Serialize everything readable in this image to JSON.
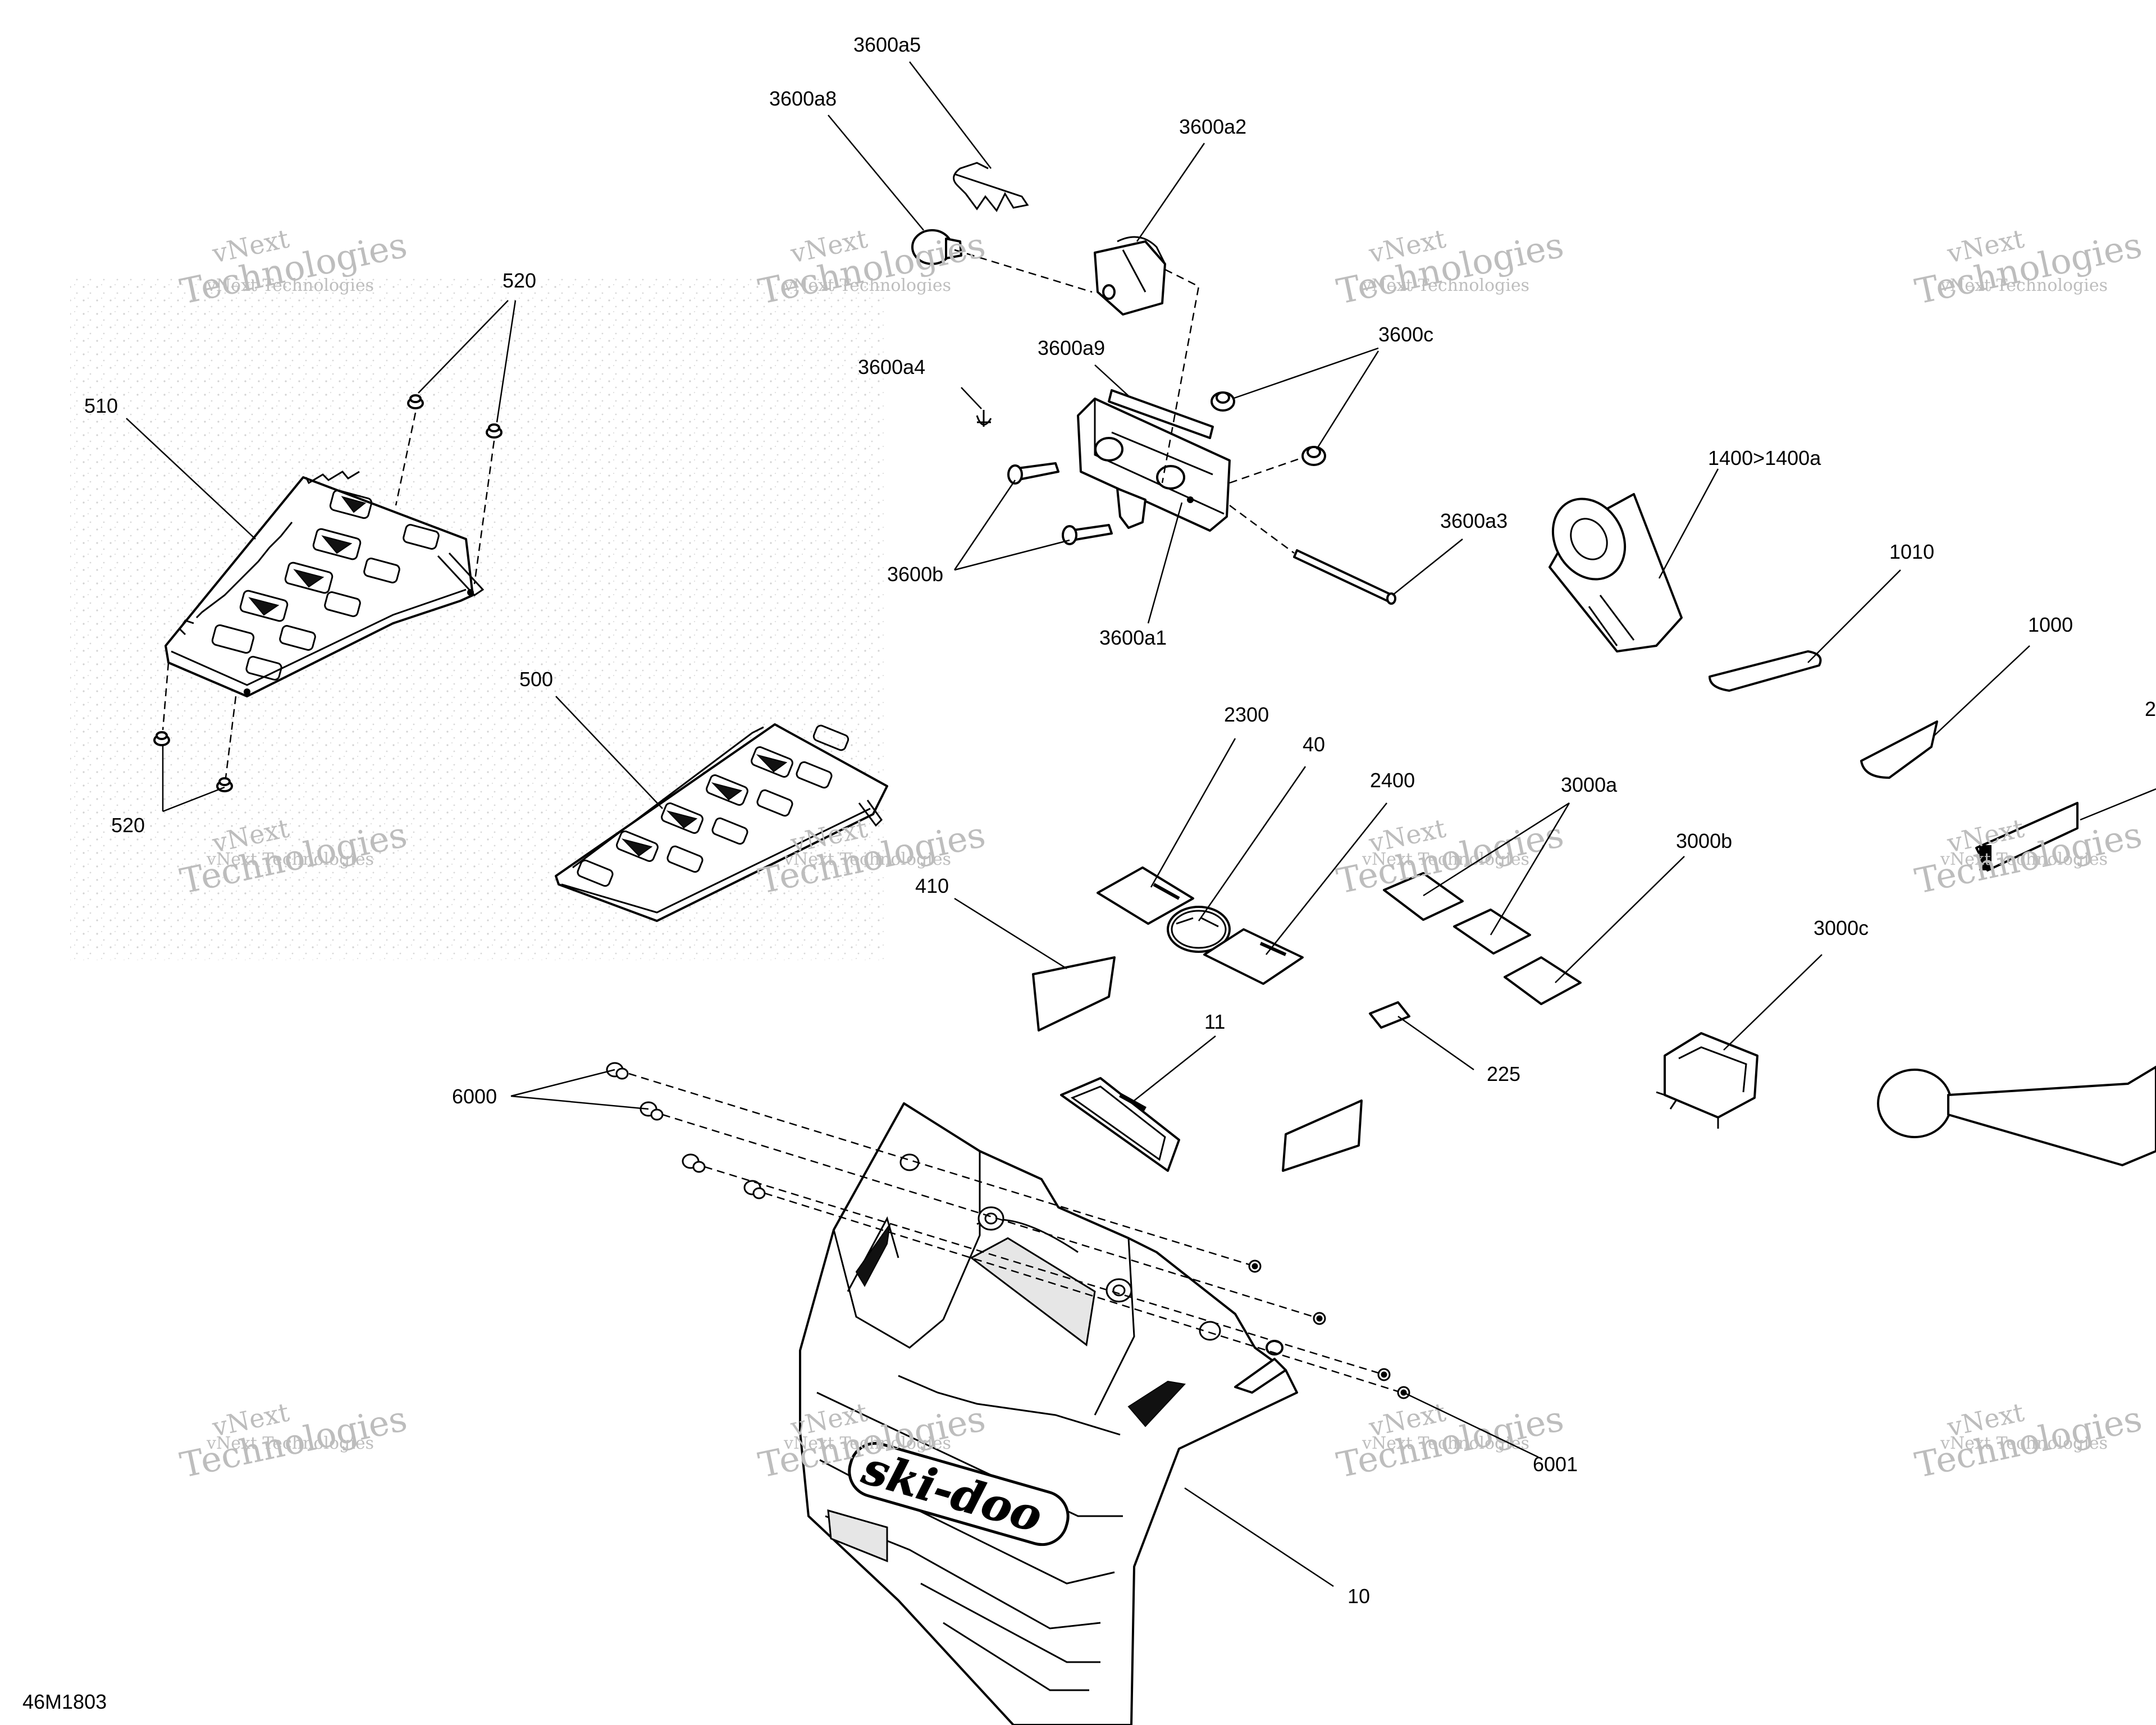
{
  "drawing_code": "46M1803",
  "watermark": {
    "line1": "vNext",
    "line2": "vNext Technologies",
    "line3": "Technologies"
  },
  "brand_logo": "ski-doo",
  "callouts": {
    "c3600a5": "3600a5",
    "c3600a8": "3600a8",
    "c3600a2": "3600a2",
    "c520a": "520",
    "c510": "510",
    "c3600a4": "3600a4",
    "c3600a9": "3600a9",
    "c3600c": "3600c",
    "c1400": "1400>1400a",
    "c3600a3": "3600a3",
    "c3600b": "3600b",
    "c3600a1": "3600a1",
    "c1010": "1010",
    "c1000": "1000",
    "c500": "500",
    "c2300": "2300",
    "c40": "40",
    "c2400": "2400",
    "c3000a": "3000a",
    "c3000b": "3000b",
    "c520b": "520",
    "c410": "410",
    "c3000c": "3000c",
    "c11": "11",
    "c225": "225",
    "c6000": "6000",
    "c6001": "6001",
    "c10": "10",
    "c2cut": "2"
  }
}
